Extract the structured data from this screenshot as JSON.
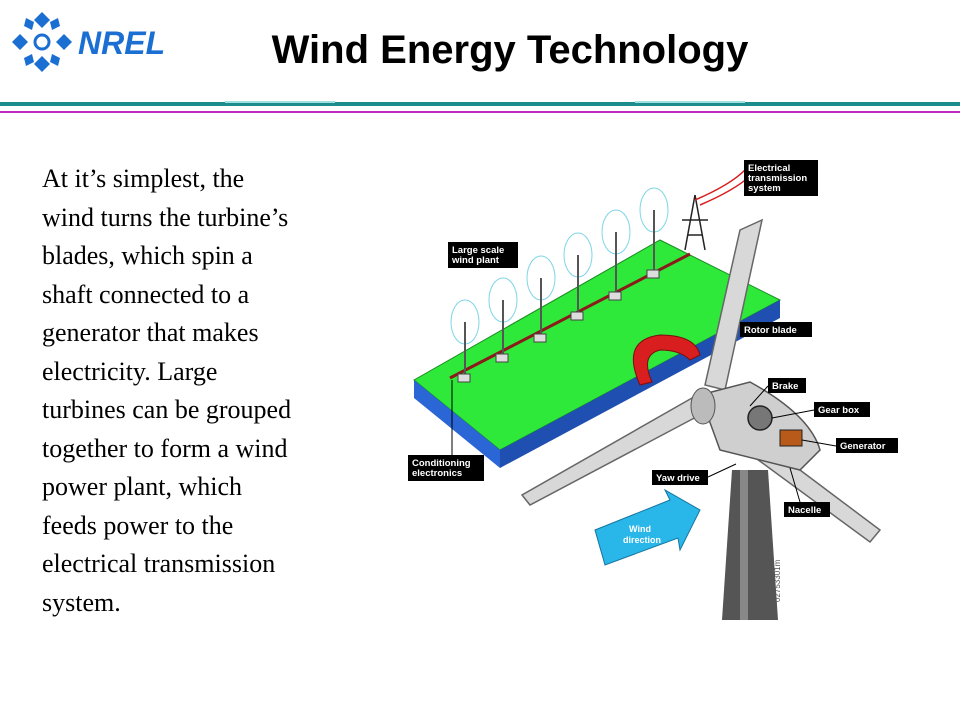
{
  "header": {
    "logo_text": "NREL",
    "title": "Wind Energy Technology",
    "colors": {
      "teal": "#1b8c8c",
      "magenta": "#c02bc0",
      "blue_logo": "#1b6fd2"
    }
  },
  "body": {
    "paragraph": "At it’s simplest, the\nwind turns the turbine’s\nblades, which spin a\nshaft connected to a\ngenerator that makes\nelectricity.  Large\nturbines can be grouped\ntogether to form a wind\npower plant, which\nfeeds power to the\nelectrical transmission\nsystem."
  },
  "diagram": {
    "labels": {
      "transmission_line1": "Electrical",
      "transmission_line2": "transmission",
      "transmission_line3": "system",
      "plant_line1": "Large scale",
      "plant_line2": "wind plant",
      "rotor_blade": "Rotor blade",
      "brake": "Brake",
      "gear_box": "Gear box",
      "generator": "Generator",
      "conditioning_line1": "Conditioning",
      "conditioning_line2": "electronics",
      "yaw_drive": "Yaw drive",
      "nacelle": "Nacelle",
      "wind_line1": "Wind",
      "wind_line2": "direction",
      "code": "02753301m"
    },
    "colors": {
      "ground_green": "#2ee83a",
      "ground_blue": "#2a66d6",
      "arrow_red": "#d81e1e",
      "wind_cyan": "#29b6e8",
      "label_bg": "#000000"
    }
  }
}
